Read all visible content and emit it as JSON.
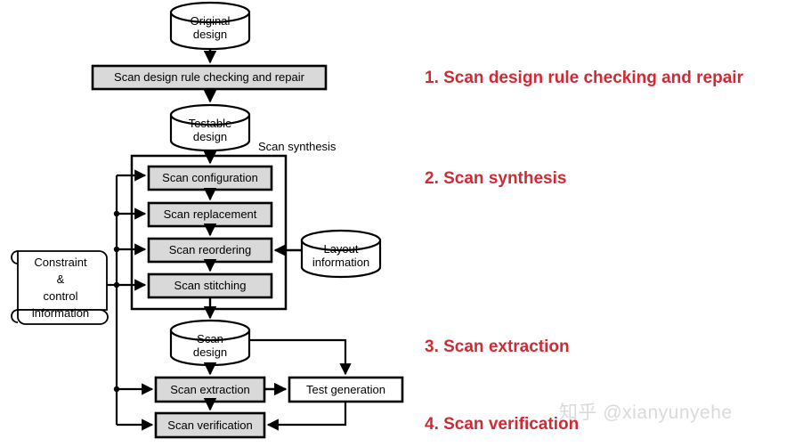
{
  "diagram": {
    "title": "Scan design flow",
    "group_caption": "Scan synthesis",
    "colors": {
      "process_fill": "#d9d9d9",
      "plain_fill": "#ffffff",
      "stroke": "#000000",
      "accent_red": "#d02a35",
      "watermark_gray": "#dadada",
      "background": "#ffffff"
    },
    "data_nodes": [
      {
        "id": "original-design",
        "line1": "Original",
        "line2": "design"
      },
      {
        "id": "testable-design",
        "line1": "Testable",
        "line2": "design"
      },
      {
        "id": "layout-information",
        "line1": "Layout",
        "line2": "information"
      },
      {
        "id": "scan-design",
        "line1": "Scan",
        "line2": "design"
      }
    ],
    "process_nodes": [
      {
        "id": "scan-design-rule-checking",
        "label": "Scan design rule checking and repair",
        "fill": "process"
      },
      {
        "id": "scan-configuration",
        "label": "Scan configuration",
        "fill": "process"
      },
      {
        "id": "scan-replacement",
        "label": "Scan replacement",
        "fill": "process"
      },
      {
        "id": "scan-reordering",
        "label": "Scan reordering",
        "fill": "process"
      },
      {
        "id": "scan-stitching",
        "label": "Scan stitching",
        "fill": "process"
      },
      {
        "id": "scan-extraction",
        "label": "Scan extraction",
        "fill": "process"
      },
      {
        "id": "test-generation",
        "label": "Test generation",
        "fill": "plain"
      },
      {
        "id": "scan-verification",
        "label": "Scan verification",
        "fill": "process"
      }
    ],
    "document_node": {
      "id": "constraint-control-information",
      "lines": [
        "Constraint",
        "&",
        "control",
        "information"
      ]
    }
  },
  "steps": [
    {
      "number": "1.",
      "text": "Scan design rule checking and repair",
      "full": "1. Scan design rule checking and repair"
    },
    {
      "number": "2.",
      "text": "Scan synthesis",
      "full": "2. Scan synthesis"
    },
    {
      "number": "3.",
      "text": "Scan extraction",
      "full": "3. Scan extraction"
    },
    {
      "number": "4.",
      "text": "Scan verification",
      "full": "4. Scan verification"
    }
  ],
  "watermark": {
    "text": "知乎 @xianyunyehe"
  }
}
